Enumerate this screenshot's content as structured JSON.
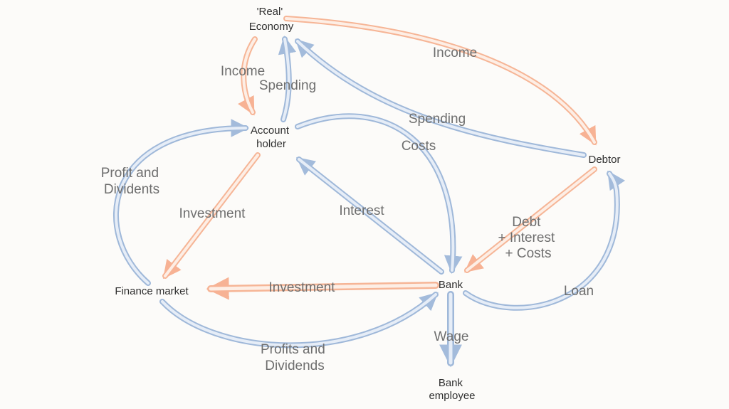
{
  "nodes": {
    "real_economy": [
      "'Real'",
      "Economy"
    ],
    "account_holder": [
      "Account",
      "holder"
    ],
    "debtor": [
      "Debtor"
    ],
    "finance_market": [
      "Finance market"
    ],
    "bank": [
      "Bank"
    ],
    "bank_employee": [
      "Bank",
      "employee"
    ]
  },
  "edges": {
    "income_economy_to_holder": [
      "Income"
    ],
    "spending_holder_to_economy": [
      "Spending"
    ],
    "income_economy_to_debtor": [
      "Income"
    ],
    "spending_debtor_to_economy": [
      "Spending"
    ],
    "costs_holder_to_bank": [
      "Costs"
    ],
    "profit_market_to_holder": [
      "Profit and",
      "Dividents"
    ],
    "investment_holder_to_market": [
      "Investment"
    ],
    "interest_bank_to_holder": [
      "Interest"
    ],
    "debt_debtor_to_bank": [
      "Debt",
      "+ Interest",
      "+ Costs"
    ],
    "investment_bank_to_market": [
      "Investment"
    ],
    "loan_bank_to_debtor": [
      "Loan"
    ],
    "profits_market_to_bank": [
      "Profits and",
      "Dividends"
    ],
    "wage_bank_to_employee": [
      "Wage"
    ]
  },
  "colors": {
    "blue_stroke": "#9fb8d9",
    "blue_fill": "#e6edf7",
    "orange_stroke": "#f6b596",
    "orange_fill": "#fdeee5"
  }
}
